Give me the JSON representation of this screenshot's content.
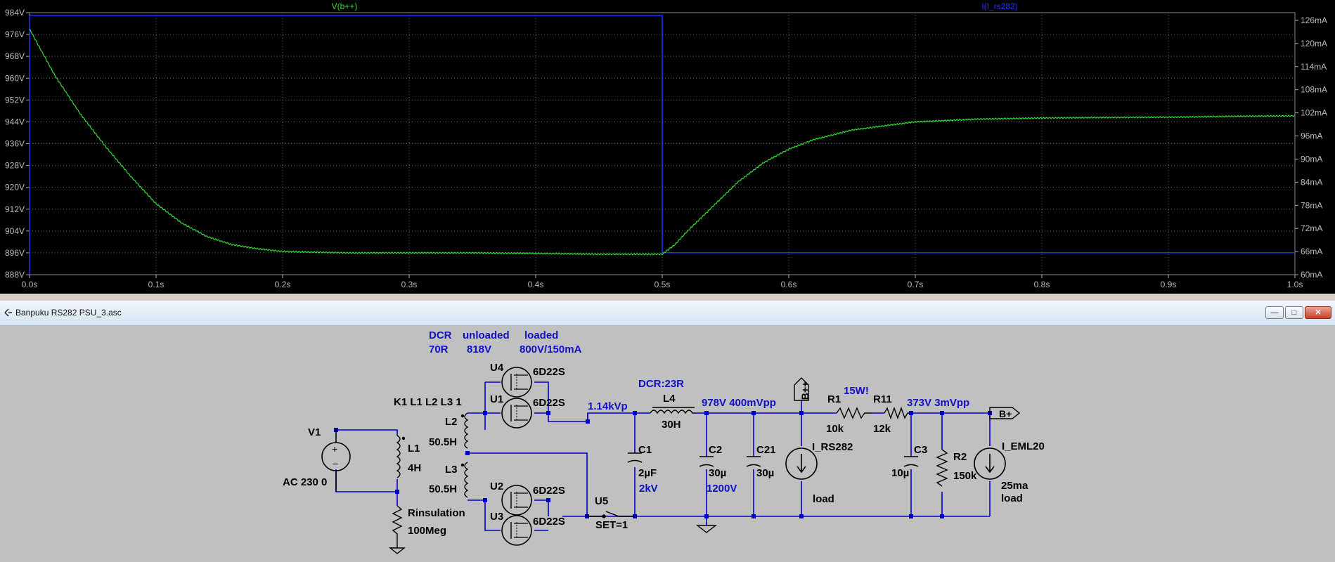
{
  "plot": {
    "trace_label": "V(b++)",
    "trace2_label": "I(I_rs282)",
    "y_left_ticks": [
      "984V",
      "976V",
      "968V",
      "960V",
      "952V",
      "944V",
      "936V",
      "928V",
      "920V",
      "912V",
      "904V",
      "896V",
      "888V"
    ],
    "y_right_ticks": [
      "126mA",
      "120mA",
      "114mA",
      "108mA",
      "102mA",
      "96mA",
      "90mA",
      "84mA",
      "78mA",
      "72mA",
      "66mA",
      "60mA"
    ],
    "x_ticks": [
      "0.0s",
      "0.1s",
      "0.2s",
      "0.3s",
      "0.4s",
      "0.5s",
      "0.6s",
      "0.7s",
      "0.8s",
      "0.9s",
      "1.0s"
    ],
    "colors": {
      "background": "#000000",
      "voltage_trace": "#33dd33",
      "current_trace": "#2233ff",
      "grid": "#707070"
    }
  },
  "chart_data": {
    "type": "line",
    "xlabel": "",
    "ylabel_left": "",
    "ylabel_right": "",
    "xlim": [
      0.0,
      1.0
    ],
    "ylim_left": [
      888,
      984
    ],
    "ylim_right": [
      60,
      128
    ],
    "grid": true,
    "series": [
      {
        "name": "V(b++)",
        "axis": "left",
        "x": [
          0.0,
          0.02,
          0.04,
          0.06,
          0.08,
          0.1,
          0.12,
          0.14,
          0.16,
          0.18,
          0.2,
          0.25,
          0.3,
          0.35,
          0.4,
          0.45,
          0.5,
          0.51,
          0.52,
          0.54,
          0.56,
          0.58,
          0.6,
          0.62,
          0.65,
          0.7,
          0.75,
          0.8,
          0.85,
          0.9,
          0.95,
          1.0
        ],
        "y": [
          978,
          961,
          947,
          935,
          924,
          914,
          907,
          902,
          899,
          897.5,
          896.5,
          896,
          896,
          896,
          895.8,
          895.5,
          895.5,
          899,
          904,
          913,
          922,
          929,
          934,
          937.5,
          941,
          944,
          945,
          945.4,
          945.6,
          945.7,
          946,
          946.2
        ]
      },
      {
        "name": "I(I_rs282)",
        "axis": "right",
        "x": [
          0.0,
          0.5,
          0.5,
          1.0
        ],
        "y": [
          127.2,
          127.2,
          65.7,
          65.7
        ]
      }
    ]
  },
  "window": {
    "title": "Banpuku RS282 PSU_3.asc",
    "minimize_glyph": "—",
    "maximize_glyph": "□",
    "close_glyph": "✕"
  },
  "schematic": {
    "annotations": {
      "dcr_header": "DCR",
      "unloaded_header": "unloaded",
      "loaded_header": "loaded",
      "dcr_value": "70R",
      "unloaded_value": "818V",
      "loaded_value": "800V/150mA",
      "choke_dcr": "DCR:23R",
      "node_1_14kvp": "1.14kVp",
      "node_978v": "978V 400mVpp",
      "watt_note": "15W!",
      "node_373v": "373V 3mVpp"
    },
    "parts": {
      "v1_name": "V1",
      "v1_value": "AC 230 0",
      "l1_name": "L1",
      "l1_value": "4H",
      "coupling": "K1 L1 L2 L3 1",
      "l2_name": "L2",
      "l2_value": "50.5H",
      "l3_name": "L3",
      "l3_value": "50.5H",
      "u1_name": "U1",
      "u1_value": "6D22S",
      "u2_name": "U2",
      "u2_value": "6D22S",
      "u3_name": "U3",
      "u3_value": "6D22S",
      "u4_name": "U4",
      "u4_value": "6D22S",
      "u5_name": "U5",
      "u5_value": "SET=1",
      "l4_name": "L4",
      "l4_value": "30H",
      "c1_name": "C1",
      "c1_value": "2µF",
      "c1_rating": "2kV",
      "c2_name": "C2",
      "c2_value": "30µ",
      "c2_rating": "1200V",
      "c21_name": "C21",
      "c21_value": "30µ",
      "bpp_flag": "B++",
      "irs_name": "I_RS282",
      "irs_value": "load",
      "r1_name": "R1",
      "r1_value": "10k",
      "r11_name": "R11",
      "r11_value": "12k",
      "c3_name": "C3",
      "c3_value": "10µ",
      "r2_name": "R2",
      "r2_value": "150k",
      "ieml_name": "I_EML20",
      "ieml_value": "25ma",
      "ieml_value2": "load",
      "bplus_flag": "B+",
      "rins_name": "Rinsulation",
      "rins_value": "100Meg"
    }
  }
}
